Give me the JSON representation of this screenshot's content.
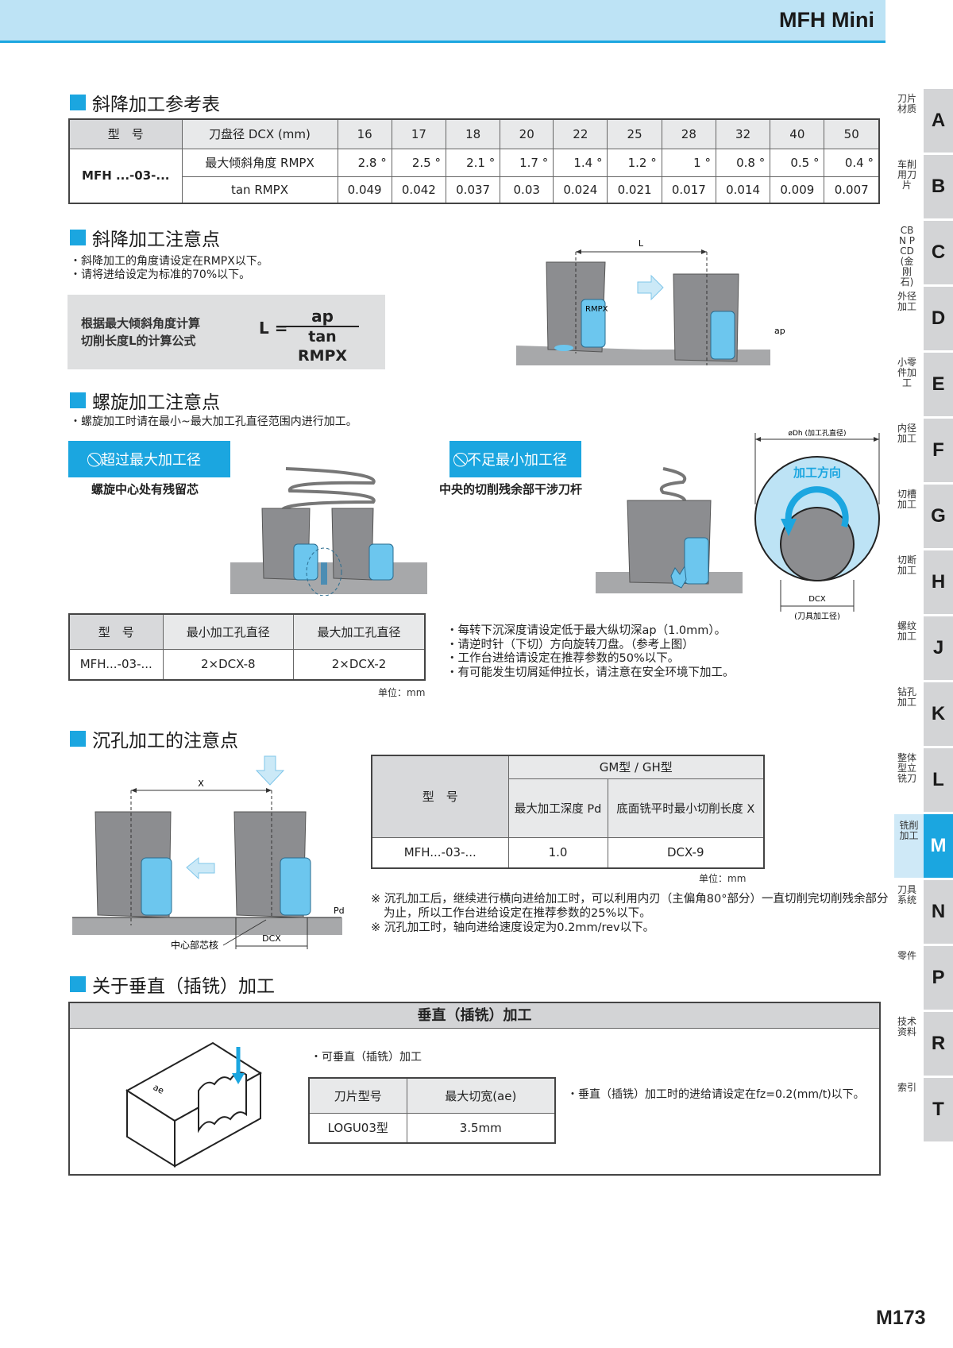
{
  "header": {
    "title": "MFH Mini"
  },
  "page_number": "M173",
  "side_tabs": [
    {
      "letter": "A",
      "label": "刀片材质"
    },
    {
      "letter": "B",
      "label": "车削用刀片"
    },
    {
      "letter": "C",
      "label": "CBN PCD(金刚石)"
    },
    {
      "letter": "D",
      "label": "外径加工"
    },
    {
      "letter": "E",
      "label": "小零件加工"
    },
    {
      "letter": "F",
      "label": "内径加工"
    },
    {
      "letter": "G",
      "label": "切槽加工"
    },
    {
      "letter": "H",
      "label": "切断加工"
    },
    {
      "letter": "J",
      "label": "螺纹加工"
    },
    {
      "letter": "K",
      "label": "钻孔加工"
    },
    {
      "letter": "L",
      "label": "整体型立铣刀"
    },
    {
      "letter": "M",
      "label": "铣削加工",
      "active": true
    },
    {
      "letter": "N",
      "label": "刀具系统"
    },
    {
      "letter": "P",
      "label": "零件"
    },
    {
      "letter": "R",
      "label": "技术资料"
    },
    {
      "letter": "T",
      "label": "索引"
    }
  ],
  "ramping_table": {
    "title": "斜降加工参考表",
    "model_header": "型　号",
    "dcx_header": "刀盘径 DCX (mm)",
    "model": "MFH ...-03-...",
    "row_rmpx_label": "最大倾斜角度 RMPX",
    "row_tan_label": "tan RMPX",
    "dcx": [
      "16",
      "17",
      "18",
      "20",
      "22",
      "25",
      "28",
      "32",
      "40",
      "50"
    ],
    "rmpx": [
      "2.8 °",
      "2.5 °",
      "2.1 °",
      "1.7 °",
      "1.4 °",
      "1.2 °",
      "1 °",
      "0.8 °",
      "0.5 °",
      "0.4 °"
    ],
    "tan": [
      "0.049",
      "0.042",
      "0.037",
      "0.03",
      "0.024",
      "0.021",
      "0.017",
      "0.014",
      "0.009",
      "0.007"
    ]
  },
  "ramping_notes": {
    "title": "斜降加工注意点",
    "bullets": [
      "・斜降加工的角度请设定在RMPX以下。",
      "・请将进给设定为标准的70%以下。"
    ],
    "formula_desc_1": "根据最大倾斜角度计算",
    "formula_desc_2": "切削长度L的计算公式",
    "formula_lhs": "L =",
    "formula_num": "ap",
    "formula_den": "tan RMPX",
    "diagram": {
      "L": "L",
      "rmpx": "RMPX",
      "ap": "ap"
    }
  },
  "helical": {
    "title": "螺旋加工注意点",
    "intro": "・螺旋加工时请在最小~最大加工孔直径范围内进行加工。",
    "warn_max": {
      "label": "超过最大加工径",
      "caption": "螺旋中心处有残留芯"
    },
    "warn_min": {
      "label": "不足最小加工径",
      "caption": "中央的切削残余部干涉刀杆"
    },
    "circle": {
      "dh": "øDh (加工孔直径)",
      "direction": "加工方向",
      "dcx": "DCX",
      "dcx_sub": "(刀具加工径)"
    },
    "table": {
      "headers": [
        "型　号",
        "最小加工孔直径",
        "最大加工孔直径"
      ],
      "row": [
        "MFH...-03-...",
        "2×DCX-8",
        "2×DCX-2"
      ],
      "unit": "单位：mm"
    },
    "bullets": [
      "・每转下沉深度请设定低于最大纵切深ap（1.0mm）。",
      "・请逆时针（下切）方向旋转刀盘。（参考上图）",
      "・工作台进给请设定在推荐参数的50%以下。",
      "・有可能发生切屑延伸拉长，请注意在安全环境下加工。"
    ]
  },
  "counterbore": {
    "title": "沉孔加工的注意点",
    "diagram": {
      "x": "X",
      "pd": "Pd",
      "dcx": "DCX",
      "core": "中心部芯核"
    },
    "table": {
      "model_header": "型　号",
      "group_header": "GM型 / GH型",
      "col1": "最大加工深度 Pd",
      "col2": "底面铣平时最小切削长度 X",
      "row": [
        "MFH...-03-...",
        "1.0",
        "DCX-9"
      ],
      "unit": "单位：mm"
    },
    "notes": [
      "※ 沉孔加工后，继续进行横向进给加工时，可以利用内刃（主偏角80°部分）一直切削完切削残余部分",
      "为止，所以工作台进给设定在推荐参数的25%以下。",
      "※ 沉孔加工时，轴向进给速度设定为0.2mm/rev以下。"
    ]
  },
  "plunge": {
    "title": "关于垂直（插铣）加工",
    "box_title": "垂直（插铣）加工",
    "bullet": "・可垂直（插铣）加工",
    "diagram": {
      "ae": "ae"
    },
    "table": {
      "headers": [
        "刀片型号",
        "最大切宽(ae)"
      ],
      "row": [
        "LOGU03型",
        "3.5mm"
      ]
    },
    "feed_note": "・垂直（插铣）加工时的进给请设定在fz=0.2(mm/t)以下。"
  },
  "colors": {
    "accent": "#1ba6e0",
    "header_bg": "#bde3f5",
    "table_head": "#d8d9db",
    "insert": "#6cc6ee",
    "tool": "#8c8d90"
  }
}
